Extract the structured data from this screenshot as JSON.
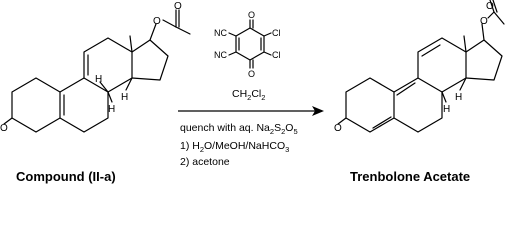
{
  "starting_material": {
    "name": "Compound (II-a)",
    "atoms": {
      "ketone_o": "O",
      "h_c9": "H",
      "h_c8": "H",
      "h_c14": "H",
      "ester_o": "O",
      "acyl_o": "O"
    }
  },
  "product": {
    "name": "Trenbolone Acetate",
    "atoms": {
      "ketone_o": "O",
      "h_c8": "H",
      "h_c14": "H",
      "ester_o": "O",
      "acyl_o": "O"
    }
  },
  "reagent": {
    "structure_atoms": {
      "o_top": "O",
      "o_bottom": "O",
      "cn1": "NC",
      "cn2": "NC",
      "cl1": "Cl",
      "cl2": "Cl"
    },
    "solvent": {
      "base": "CH",
      "sub1": "2",
      "mid": "Cl",
      "sub2": "2"
    }
  },
  "conditions": {
    "quench": {
      "text": "quench with aq. Na",
      "sub1": "2",
      "mid": "S",
      "sub2": "2",
      "mid2": "O",
      "sub3": "5"
    },
    "step1": {
      "text": "1) H",
      "sub1": "2",
      "mid": "O/MeOH/NaHCO",
      "sub2": "3"
    },
    "step2": "2) acetone"
  }
}
